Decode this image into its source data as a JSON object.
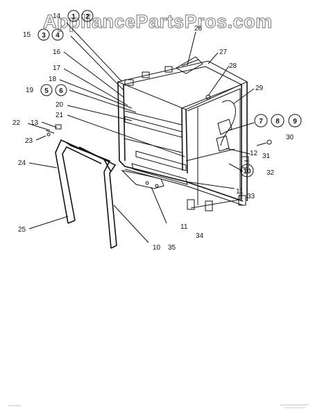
{
  "watermark": "AppliancePartsPros.com",
  "labels": {
    "p14": "14",
    "c1": "1",
    "c2": "2",
    "p15": "15",
    "c3": "3",
    "c4": "4",
    "p16": "16",
    "p17": "17",
    "p18": "18",
    "p19": "19",
    "c5": "5",
    "c6": "6",
    "p20": "20",
    "p21": "21",
    "p22": "22",
    "p13": "13",
    "p23": "23",
    "p24": "24",
    "p25": "25",
    "p26": "26",
    "p27": "27",
    "p28": "28",
    "p29": "29",
    "c7": "7",
    "c8": "8",
    "c9": "9",
    "p30": "30",
    "p12": "12",
    "p31": "31",
    "c10": "10",
    "p32": "32",
    "p11a": "11",
    "p33": "33",
    "p11b": "11",
    "p34": "34",
    "p10": "10",
    "p35": "35"
  }
}
